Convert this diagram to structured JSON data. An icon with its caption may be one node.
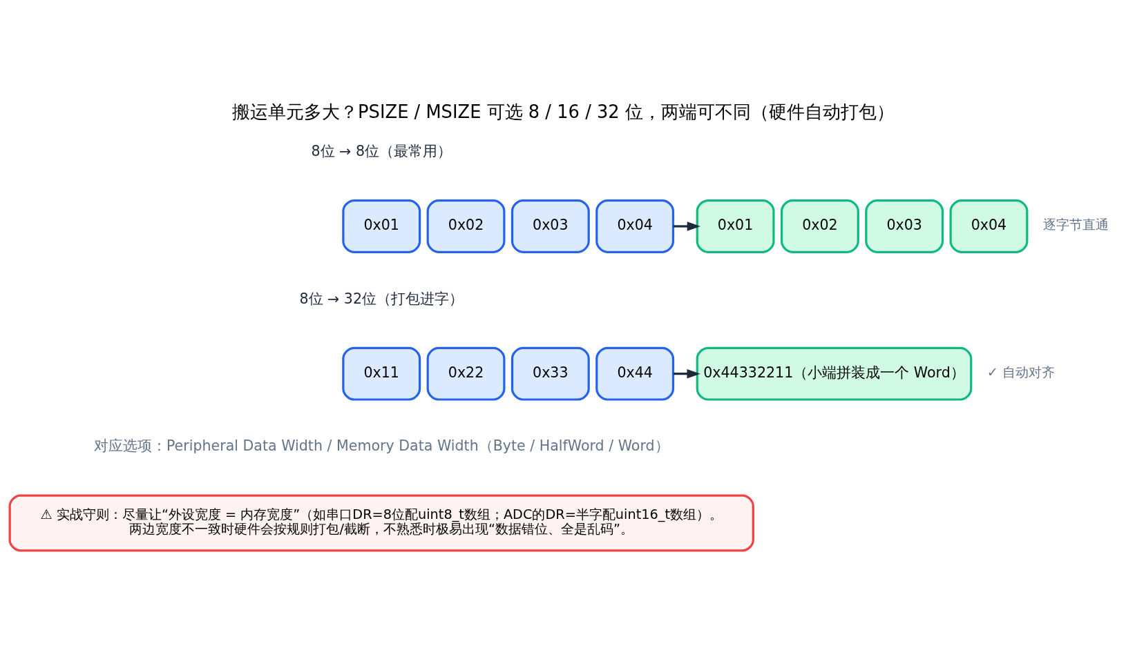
{
  "diagram": {
    "title": "搬运单元多大？PSIZE / MSIZE 可选 8 / 16 / 32 位，两端可不同（硬件自动打包）",
    "nodes": [
      {
        "text": [
          "0x01"
        ]
      },
      {
        "text": [
          "0x02"
        ]
      },
      {
        "text": [
          "0x03"
        ]
      },
      {
        "text": [
          "0x04"
        ]
      },
      {
        "text": [
          "0x01"
        ]
      },
      {
        "text": [
          "0x02"
        ]
      },
      {
        "text": [
          "0x03"
        ]
      },
      {
        "text": [
          "0x04"
        ],
        "beside": [
          "逐字节直通"
        ]
      },
      {
        "text": [
          "0x11"
        ]
      },
      {
        "text": [
          "0x22"
        ]
      },
      {
        "text": [
          "0x33"
        ]
      },
      {
        "text": [
          "0x44"
        ]
      },
      {
        "text": [
          "0x44332211（小端拼装成一个 Word）"
        ],
        "beside": [
          "✓ 自动对齐"
        ]
      },
      {
        "text": [
          "⚠ 实战守则：尽量让“外设宽度 = 内存宽度”（如串口DR=8位配uint8_t数组；ADC的DR=半字配uint16_t数组）。",
          "两边宽度不一致时硬件会按规则打包/截断，不熟悉时极易出现“数据错位、全是乱码”。"
        ]
      }
    ],
    "edges": [
      {
        "from": 3,
        "to": 4,
        "arrow": "to"
      },
      {
        "from": 11,
        "to": 12,
        "arrow": "to"
      }
    ],
    "labels": [
      "8位 → 8位（最常用）",
      "8位 → 32位（打包进字）",
      "对应选项：Peripheral Data Width / Memory Data Width（Byte / HalfWord / Word）"
    ]
  }
}
